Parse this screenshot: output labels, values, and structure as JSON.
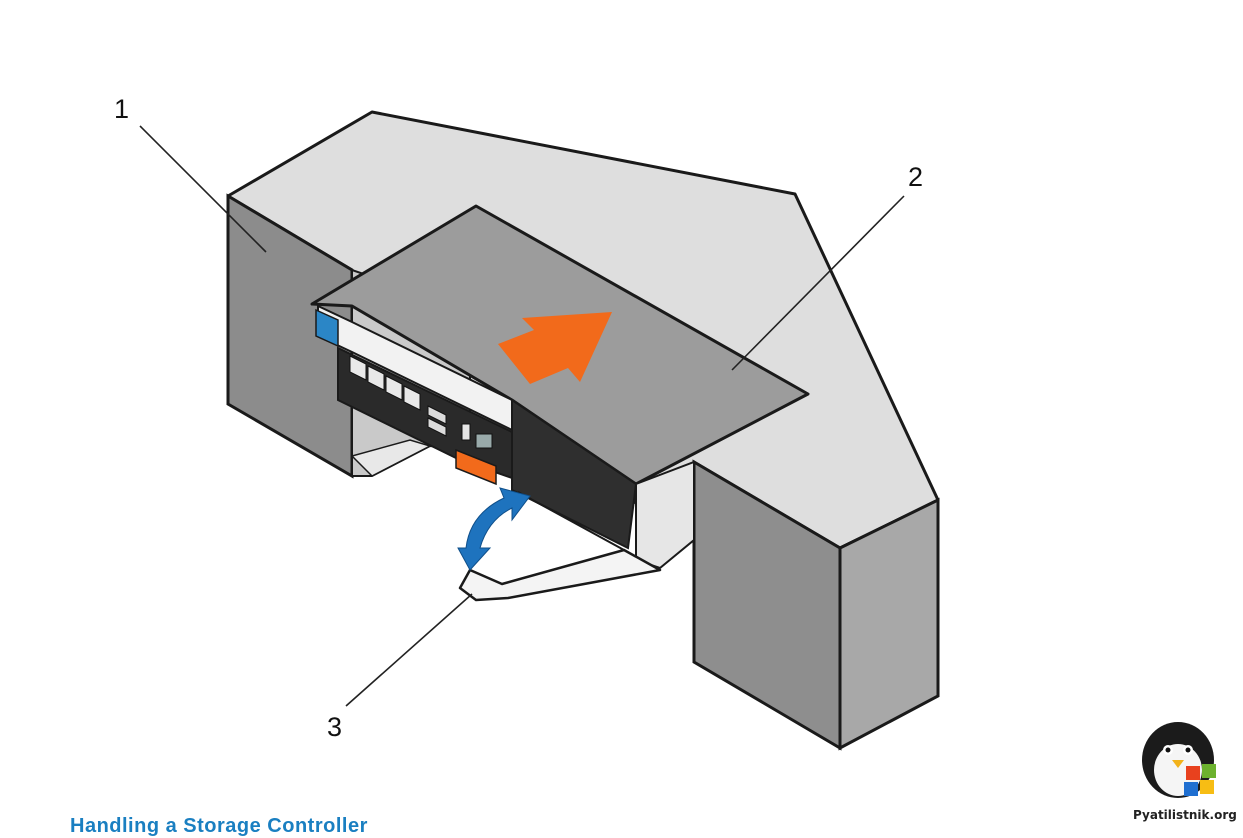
{
  "callouts": {
    "one": "1",
    "two": "2",
    "three": "3"
  },
  "caption": "Handling a Storage Controller",
  "watermark": {
    "text": "Pyatilistnik.org",
    "icon": "penguin-windows-logo-icon"
  },
  "colors": {
    "arrow": "#f26a1b",
    "rotate_arrow": "#1e73be",
    "chassis": "#8e8e8e",
    "shelf_top": "#dcdcdc",
    "module_top": "#9b9b9b"
  }
}
